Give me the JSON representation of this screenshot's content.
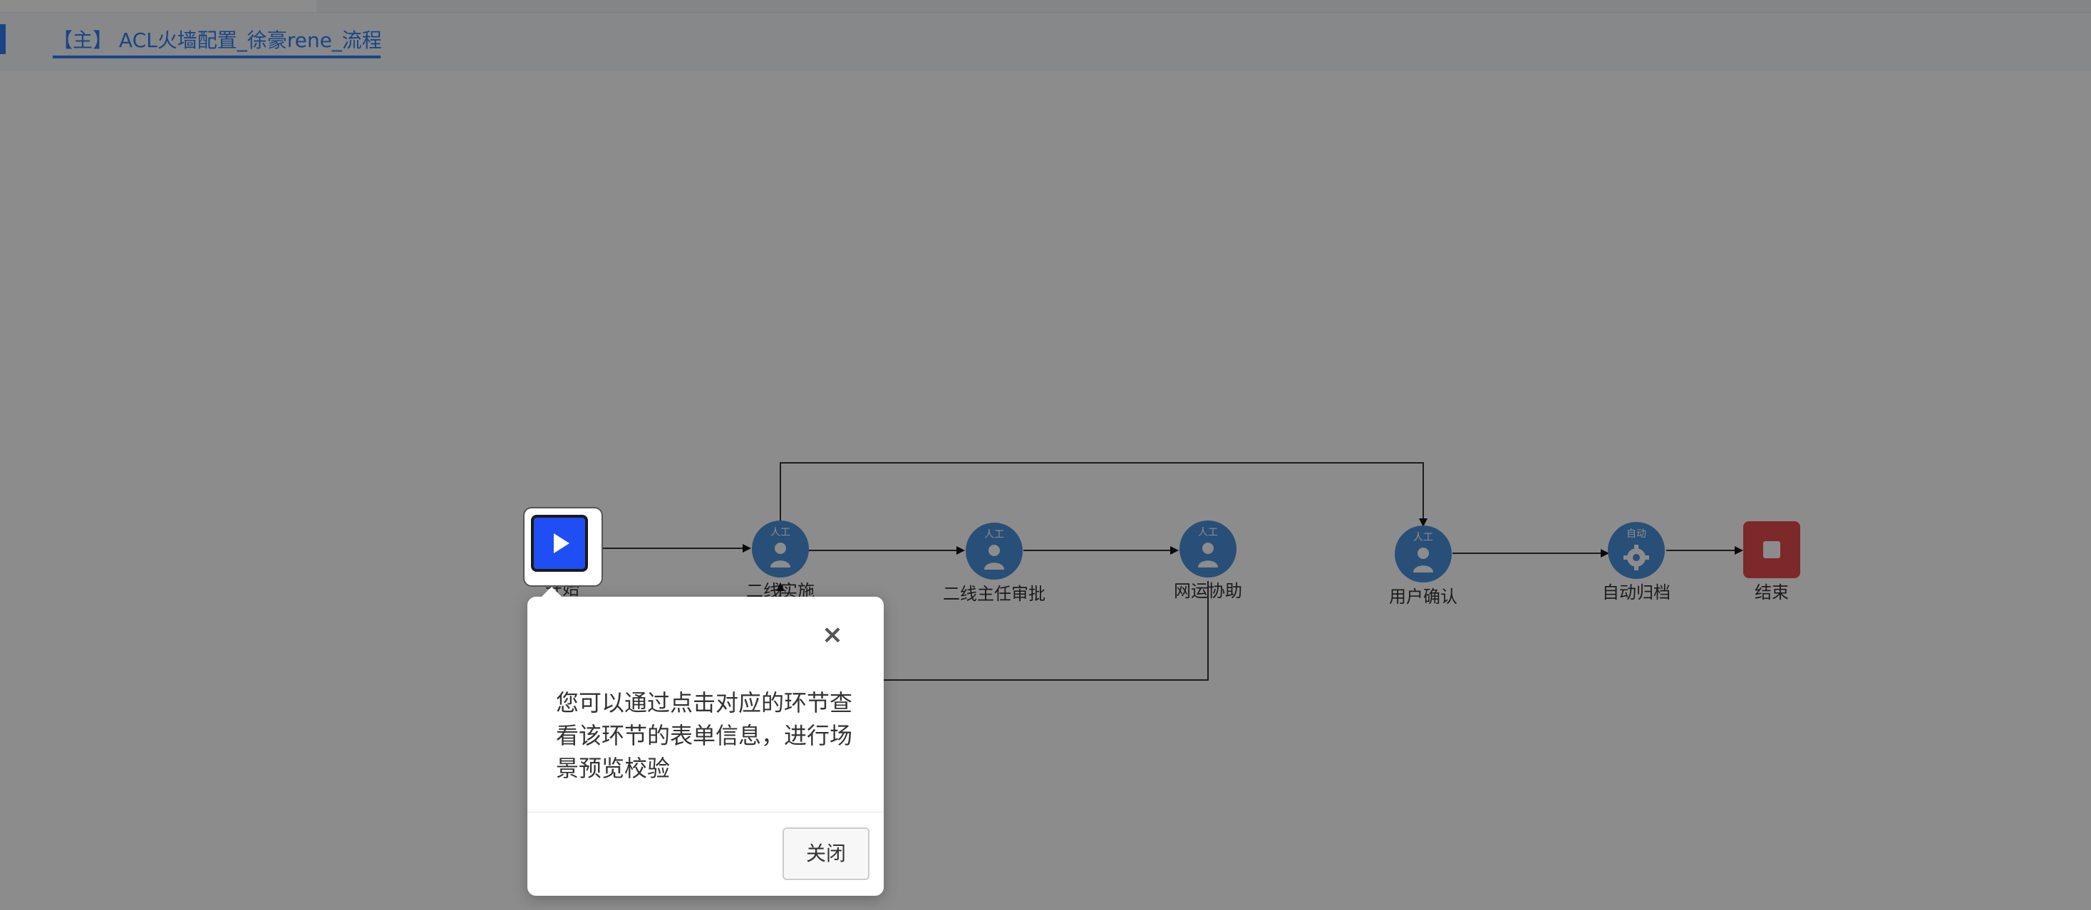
{
  "tabs": {
    "active_label": "【主】 ACL火墙配置_徐豪rene_流程"
  },
  "flow": {
    "nodes": [
      {
        "id": "start",
        "label": "开始",
        "kind": "start"
      },
      {
        "id": "n1",
        "label": "二线实施",
        "kind": "manual",
        "badge": "人工"
      },
      {
        "id": "n2",
        "label": "二线主任审批",
        "kind": "manual",
        "badge": "人工"
      },
      {
        "id": "n3",
        "label": "网运协助",
        "kind": "manual",
        "badge": "人工"
      },
      {
        "id": "n4",
        "label": "用户确认",
        "kind": "manual",
        "badge": "人工"
      },
      {
        "id": "n5",
        "label": "自动归档",
        "kind": "auto",
        "badge": "自动"
      },
      {
        "id": "end",
        "label": "结束",
        "kind": "end"
      }
    ],
    "colors": {
      "manual": "#4a90d9",
      "start": "#1f4ef5",
      "end": "#e54b4b",
      "edge": "#333333"
    }
  },
  "popup": {
    "close_icon": "close-icon",
    "message": "您可以通过点击对应的环节查看该环节的表单信息，进行场景预览校验",
    "button_label": "关闭"
  }
}
